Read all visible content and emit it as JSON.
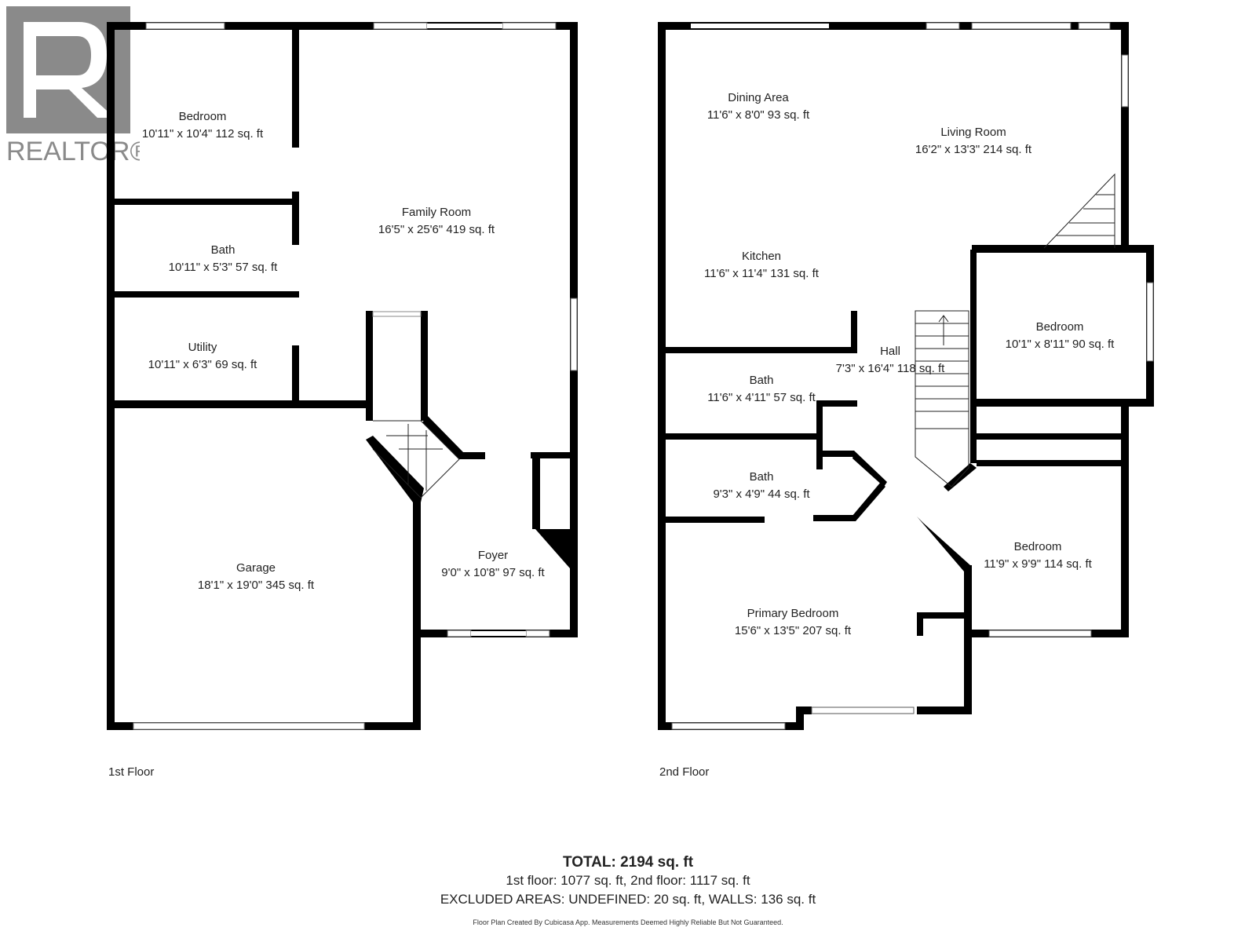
{
  "logo": {
    "text": "REALTOR®"
  },
  "floors": [
    {
      "name": "1st Floor",
      "rooms": [
        {
          "name": "Bedroom",
          "dims": "10'11\" x 10'4\" 112 sq. ft"
        },
        {
          "name": "Family Room",
          "dims": "16'5\" x 25'6\" 419 sq. ft"
        },
        {
          "name": "Bath",
          "dims": "10'11\" x 5'3\" 57 sq. ft"
        },
        {
          "name": "Utility",
          "dims": "10'11\" x 6'3\" 69 sq. ft"
        },
        {
          "name": "Garage",
          "dims": "18'1\" x 19'0\" 345 sq. ft"
        },
        {
          "name": "Foyer",
          "dims": "9'0\" x 10'8\" 97 sq. ft"
        }
      ]
    },
    {
      "name": "2nd Floor",
      "rooms": [
        {
          "name": "Dining Area",
          "dims": "11'6\" x 8'0\" 93 sq. ft"
        },
        {
          "name": "Living Room",
          "dims": "16'2\" x 13'3\" 214 sq. ft"
        },
        {
          "name": "Kitchen",
          "dims": "11'6\" x 11'4\" 131 sq. ft"
        },
        {
          "name": "Bedroom",
          "dims": "10'1\" x 8'11\" 90 sq. ft"
        },
        {
          "name": "Hall",
          "dims": "7'3\" x 16'4\" 118 sq. ft"
        },
        {
          "name": "Bath",
          "dims": "11'6\" x 4'11\" 57 sq. ft"
        },
        {
          "name": "Bath",
          "dims": "9'3\" x 4'9\" 44 sq. ft"
        },
        {
          "name": "Bedroom",
          "dims": "11'9\" x 9'9\" 114 sq. ft"
        },
        {
          "name": "Primary Bedroom",
          "dims": "15'6\" x 13'5\" 207 sq. ft"
        }
      ]
    }
  ],
  "summary": {
    "total": "TOTAL: 2194 sq. ft",
    "breakdown": "1st floor: 1077 sq. ft, 2nd floor: 1117 sq. ft",
    "excluded": "EXCLUDED AREAS: UNDEFINED: 20 sq. ft, WALLS: 136 sq. ft",
    "disclaimer": "Floor Plan Created By Cubicasa App. Measurements Deemed Highly Reliable But Not Guaranteed."
  },
  "colors": {
    "wall": "#000000",
    "logo": "#8a8a8a",
    "text": "#222222"
  }
}
